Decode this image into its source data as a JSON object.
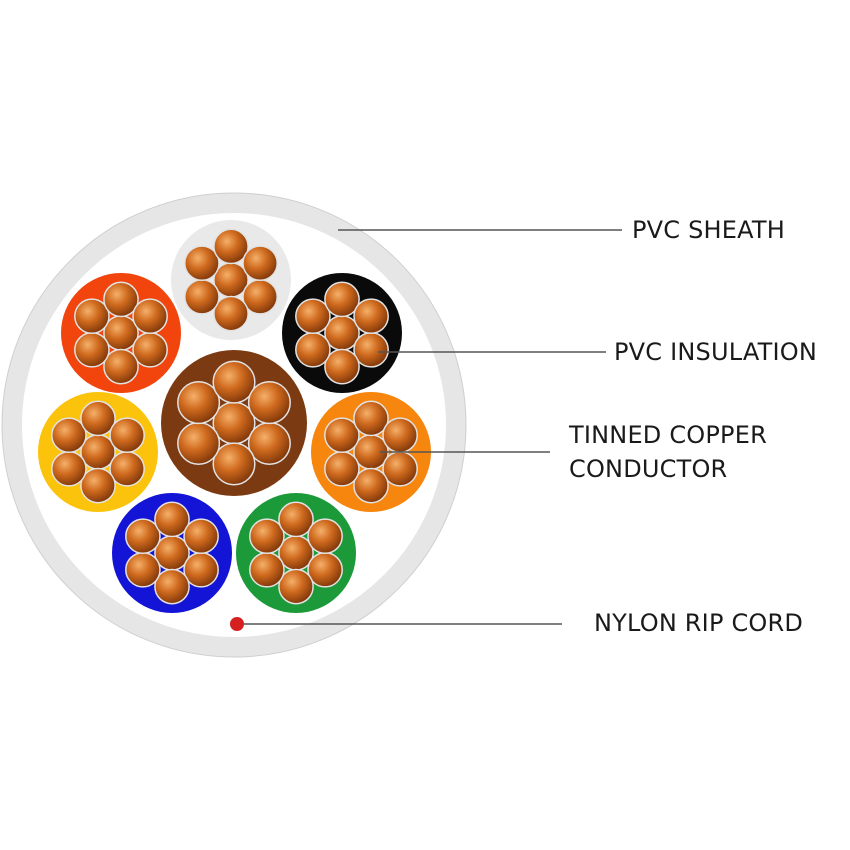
{
  "labels": {
    "sheath": "PVC SHEATH",
    "insulation": "PVC INSULATION",
    "conductor_line1": "TINNED COPPER",
    "conductor_line2": "CONDUCTOR",
    "rip_cord": "NYLON RIP CORD"
  },
  "colors": {
    "sheath": "#e6e6e6",
    "sheath_inner": "#ffffff",
    "copper": "#c0601a",
    "callout_line": "#555555",
    "rip_cord": "#d42020"
  },
  "cores": [
    {
      "name": "white",
      "color": "#e9e9e9"
    },
    {
      "name": "black",
      "color": "#0a0a0a"
    },
    {
      "name": "orange",
      "color": "#f7860e"
    },
    {
      "name": "green",
      "color": "#1c9a3a"
    },
    {
      "name": "blue",
      "color": "#1414d6"
    },
    {
      "name": "yellow",
      "color": "#fcc30c"
    },
    {
      "name": "red-orange",
      "color": "#f2440d"
    },
    {
      "name": "brown",
      "color": "#7b3a12"
    }
  ]
}
